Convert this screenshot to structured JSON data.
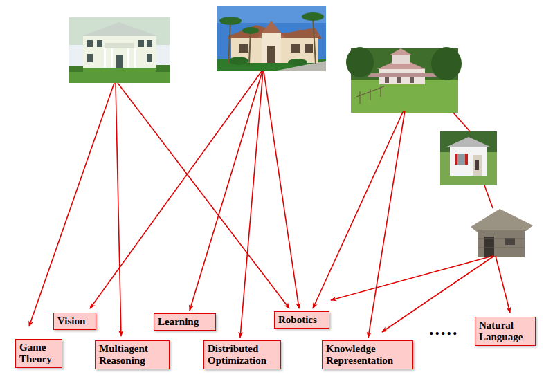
{
  "diagram": {
    "nodes": [
      {
        "text": [
          "Game Theory"
        ]
      },
      {
        "text": [
          "Vision"
        ]
      },
      {
        "text": [
          "Multiagent Reasoning"
        ]
      },
      {
        "text": [
          "Learning"
        ]
      },
      {
        "text": [
          "Distributed Optimization"
        ]
      },
      {
        "text": [
          "Robotics"
        ]
      },
      {
        "text": [
          "Knowledge Representation"
        ]
      },
      {
        "text": [
          "Natural Language"
        ]
      }
    ],
    "labels": [
      "....."
    ]
  }
}
